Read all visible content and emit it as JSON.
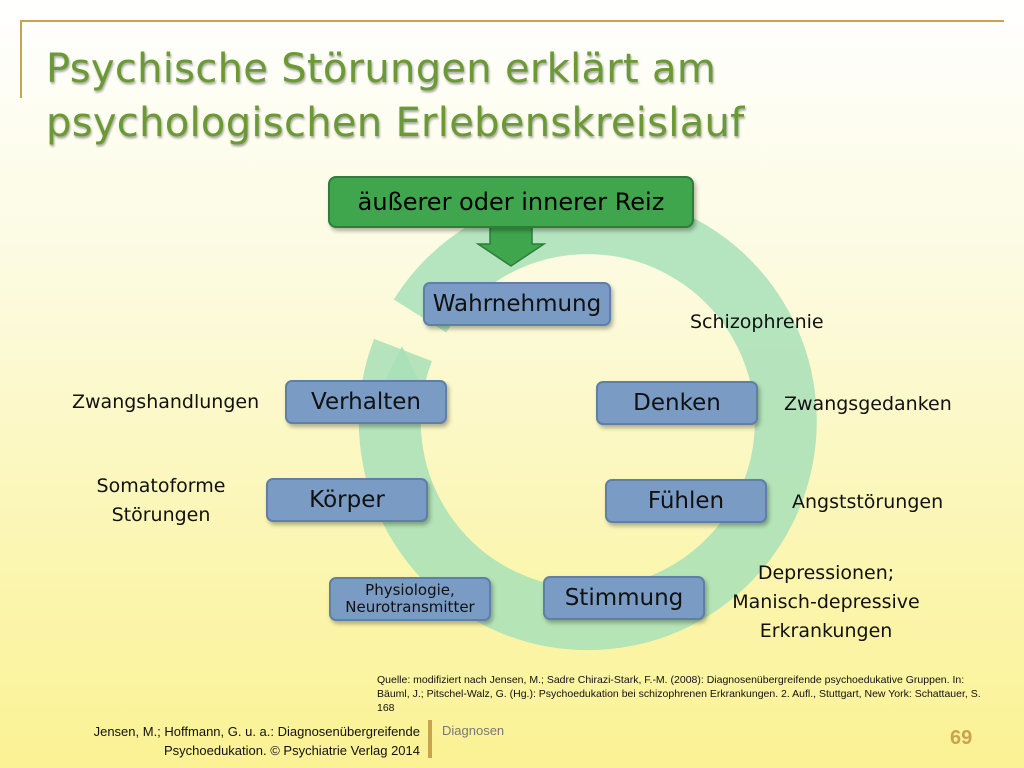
{
  "title": {
    "line1": "Psychische Störungen erklärt am",
    "line2": "psychologischen Erlebenskreislauf"
  },
  "stimulus": "äußerer oder innerer Reiz",
  "cycle_nodes": {
    "wahrnehmung": "Wahrnehmung",
    "denken": "Denken",
    "fuehlen": "Fühlen",
    "stimmung": "Stimmung",
    "physiologie": {
      "line1": "Physiologie,",
      "line2": "Neurotransmitter"
    },
    "koerper": "Körper",
    "verhalten": "Verhalten"
  },
  "disorders": {
    "schizophrenie": "Schizophrenie",
    "zwangsgedanken": "Zwangsgedanken",
    "angststoerungen": "Angststörungen",
    "depressionen": {
      "line1": "Depressionen;",
      "line2": "Manisch-depressive",
      "line3": "Erkrankungen"
    },
    "somatoforme": {
      "line1": "Somatoforme",
      "line2": "Störungen"
    },
    "zwangshandlungen": "Zwangshandlungen"
  },
  "source": "Quelle: modifiziert nach Jensen, M.; Sadre Chirazi-Stark, F.-M. (2008): Diagnosenübergreifende psychoedukative Gruppen. In: Bäuml, J.; Pitschel-Walz, G. (Hg.): Psychoedukation bei schizophrenen Erkrankungen. 2. Aufl., Stuttgart, New York: Schattauer, S. 168",
  "footer": {
    "citation_line1": "Jensen, M.; Hoffmann, G. u. a.: Diagnosenübergreifende",
    "citation_line2": "Psychoedukation. © Psychiatrie Verlag 2014",
    "section": "Diagnosen",
    "page": "69"
  },
  "colors": {
    "title": "#6b9a35",
    "stimulus_box": "#3fa64e",
    "node_box": "#7a9cc4",
    "cycle_arrow": "#a8e0b8",
    "accent": "#c9a44c"
  }
}
